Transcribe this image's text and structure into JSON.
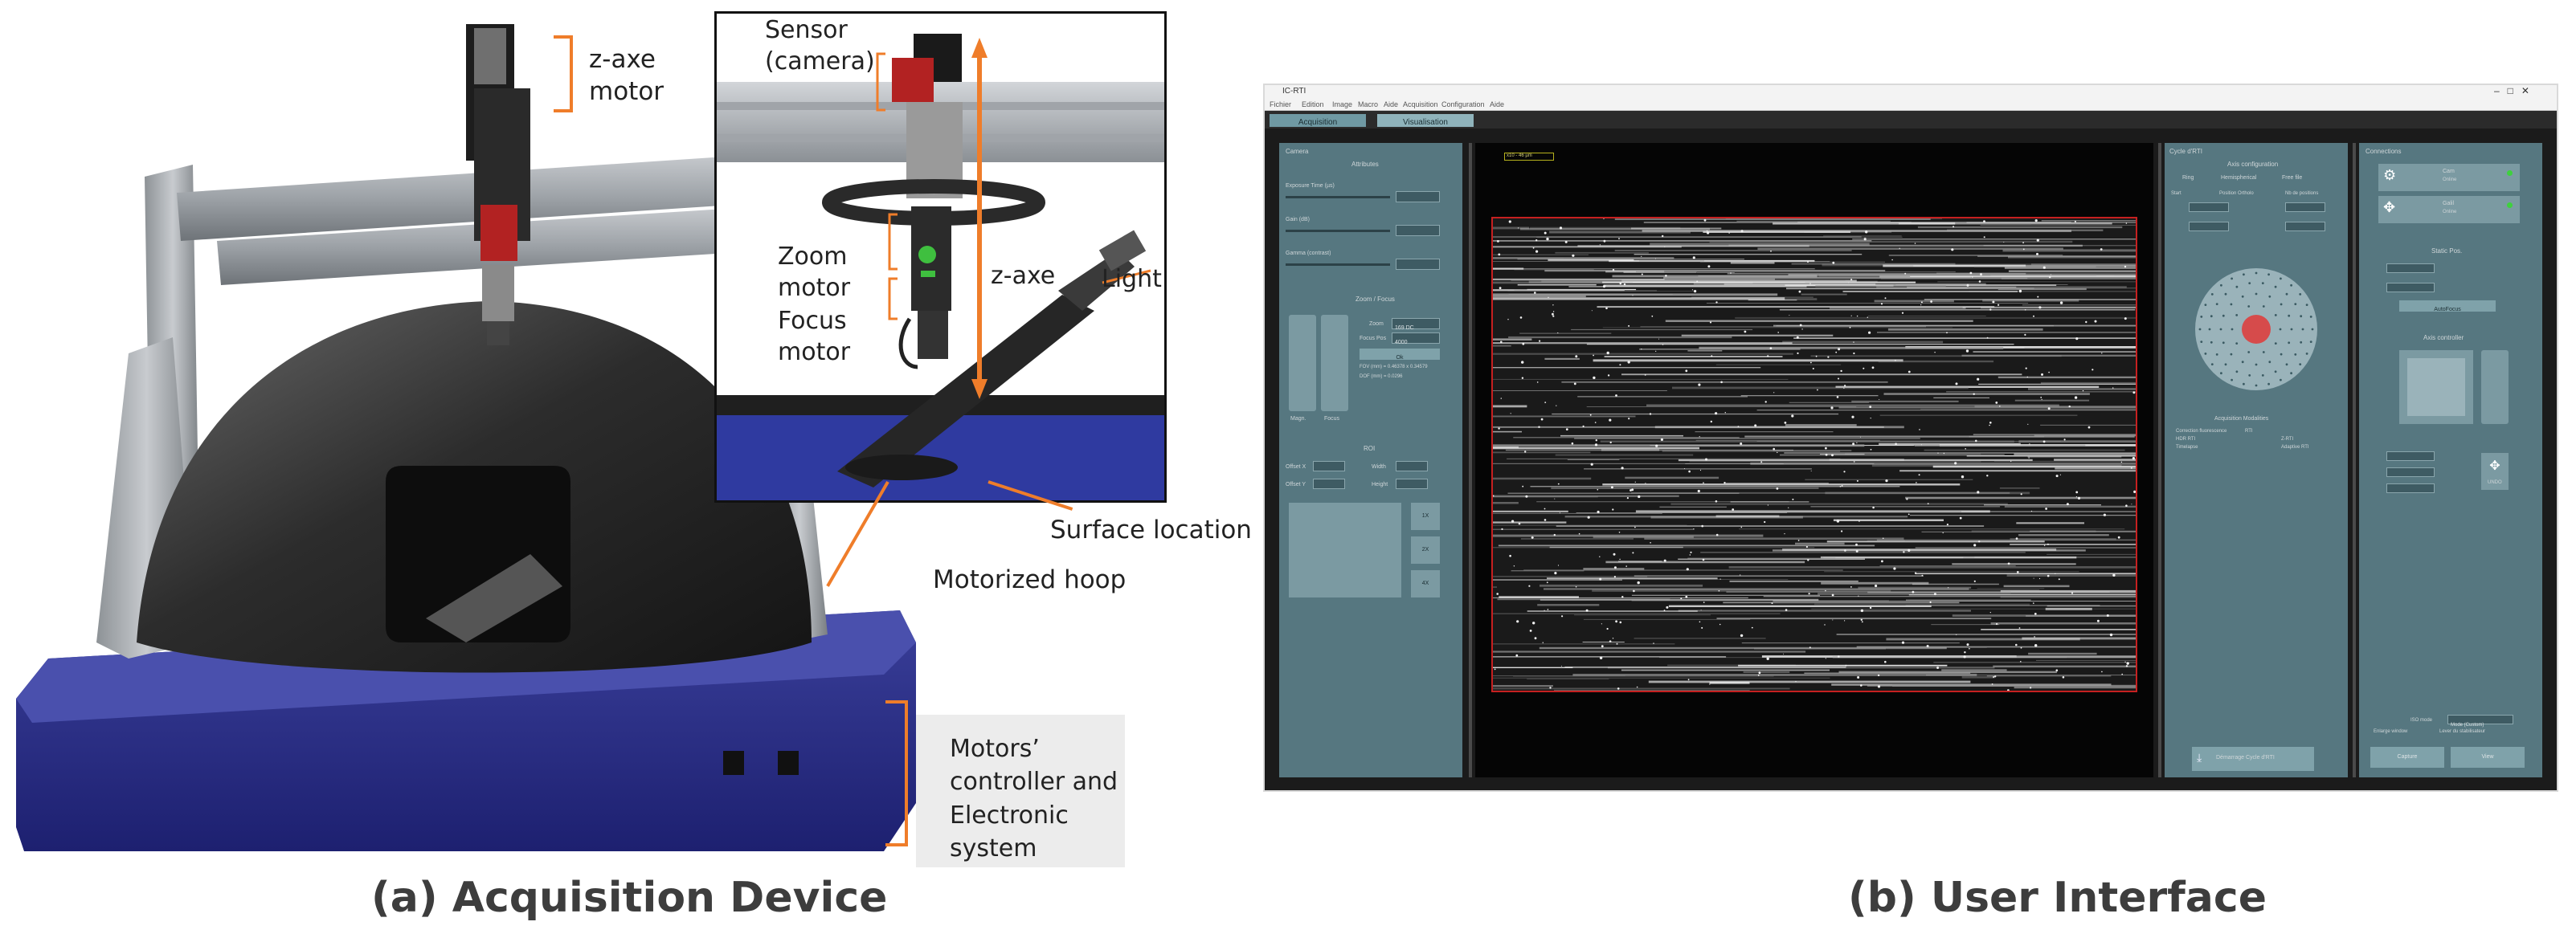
{
  "left": {
    "caption": "(a) Acquisition Device",
    "labels": {
      "z_axe_motor": "z-axe\nmotor",
      "sensor": "Sensor\n(camera)",
      "zoom_motor": "Zoom\nmotor",
      "focus_motor": "Focus\nmotor",
      "z_axe": "z-axe",
      "light": "Light",
      "surface_location": "Surface location",
      "motorized_hoop": "Motorized hoop",
      "motors_controller": "Motors’\ncontroller and\nElectronic\nsystem"
    }
  },
  "right": {
    "caption": "(b) User Interface",
    "window_title": "IC-RTI",
    "menu": [
      "Fichier",
      "Edition",
      "Image",
      "Macro",
      "Aide",
      "Acquisition",
      "Configuration",
      "Aide"
    ],
    "tabs": [
      "Acquisition",
      "Visualisation"
    ],
    "left_panel": {
      "title": "Camera",
      "attributes": "Attributes",
      "exposure": "Exposure Time (µs)",
      "gain": "Gain (dB)",
      "contrast": "Gamma (contrast)",
      "zoom_focus": "Zoom / Focus",
      "zoom_label": "Zoom",
      "focus_label": "Focus Pos",
      "zoom_value": "169 DC",
      "focus_value": "4000",
      "ok_button": "Ok",
      "fov1": "FOV (mm) = 0.46378 x 0.34579",
      "fov2": "DOF (mm) = 0.0296",
      "magn": "Magn.",
      "focus": "Focus",
      "roi": "ROI",
      "offset_x": "Offset X",
      "offset_y": "Offset Y",
      "width": "Width",
      "height": "Height",
      "side_buttons": [
        "1X",
        "2X",
        "4X"
      ]
    },
    "mid_panel": {
      "scale_label": "x10 - 46 µm",
      "title": "Cycle d'RTI",
      "axis_config": "Axis configuration",
      "radio": [
        "Ring",
        "Hemispherical",
        "Free file"
      ],
      "cols": [
        "Start",
        "Position Ortholo",
        "Nb de positions"
      ],
      "acq_modalities": "Acquisition Modalities",
      "modalities": [
        "Correction fluorescence",
        "RTI",
        "HDR RTI",
        "Timelapse",
        "Z-RTI",
        "Adaptive RTI"
      ],
      "start_button": "Démarrage Cycle d'RTI"
    },
    "right_panel": {
      "title": "Connections",
      "devices": [
        {
          "name": "Cam",
          "status": "Online"
        },
        {
          "name": "Galil",
          "status": "Online"
        }
      ],
      "static_pos": "Static Pos.",
      "autofocus": "AutoFocus",
      "axis_controller": "Axis controller",
      "capture": "Capture",
      "view": "View",
      "undo": "UNDO",
      "mode_label": "ISO mode",
      "mode_value": "Mode (Custom)",
      "checkbox1": "Enlarge window",
      "checkbox2": "Lever du stabilisateur"
    }
  }
}
